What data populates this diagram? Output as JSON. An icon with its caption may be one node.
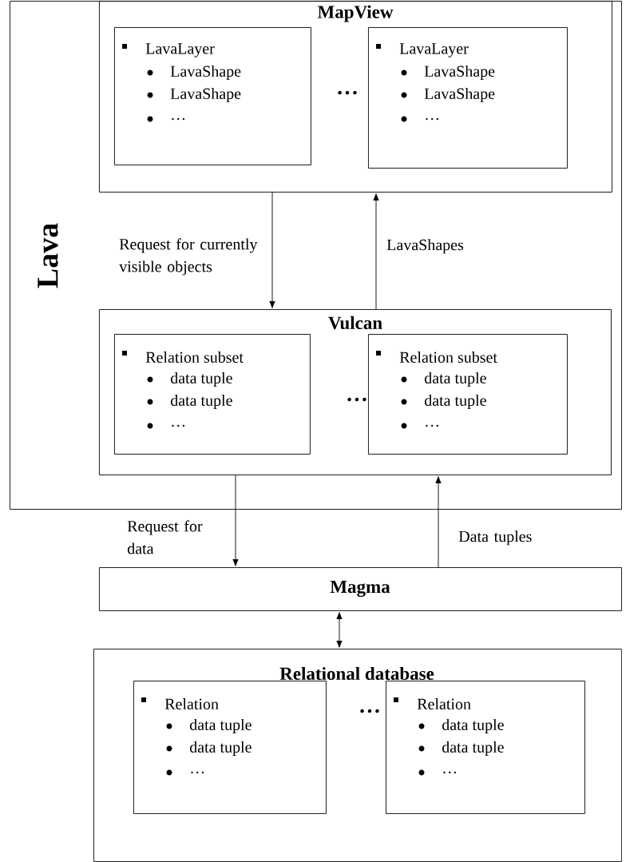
{
  "diagram": {
    "nodes": [
      {
        "text": [
          "Lava"
        ]
      },
      {
        "text": [
          "MapView",
          "…"
        ],
        "in": 0
      },
      {
        "text": [
          "LavaLayer",
          "LavaShape",
          "LavaShape",
          "…"
        ],
        "in": 1
      },
      {
        "text": [
          "LavaLayer",
          "LavaShape",
          "LavaShape",
          "…"
        ],
        "in": 1
      },
      {
        "text": [
          "Vulcan",
          "…"
        ],
        "in": 0
      },
      {
        "text": [
          "Relation subset",
          "data tuple",
          "data tuple",
          "…"
        ],
        "in": 4
      },
      {
        "text": [
          "Relation subset",
          "data tuple",
          "data tuple",
          "…"
        ],
        "in": 4
      },
      {
        "text": [
          "Magma"
        ]
      },
      {
        "text": [
          "Relational database",
          "…"
        ]
      },
      {
        "text": [
          "Relation",
          "data tuple",
          "data tuple",
          "…"
        ],
        "in": 8
      },
      {
        "text": [
          "Relation",
          "data tuple",
          "data tuple",
          "…"
        ],
        "in": 8
      }
    ],
    "edges": [
      {
        "from": 1,
        "to": 4,
        "arrow": "to",
        "label": "Request for currently visible objects"
      },
      {
        "from": 4,
        "to": 1,
        "arrow": "to",
        "label": "LavaShapes"
      },
      {
        "from": 4,
        "to": 7,
        "arrow": "to",
        "label": "Request for data"
      },
      {
        "from": 7,
        "to": 4,
        "arrow": "to",
        "label": "Data tuples"
      },
      {
        "from": 7,
        "to": 8,
        "arrow": "both"
      }
    ]
  }
}
